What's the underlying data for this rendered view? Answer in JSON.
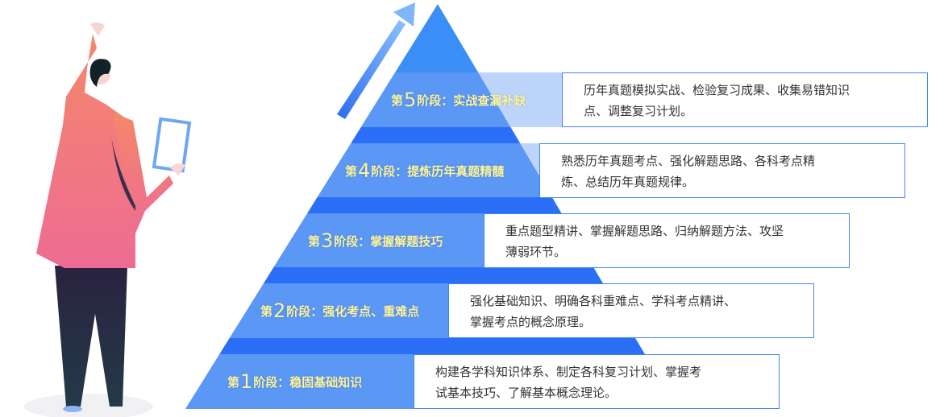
{
  "colors": {
    "apex": "#3b8ef6",
    "band": "#5b98f6",
    "strip": "#2a6ff5",
    "box_border": "#3d86f2",
    "label": "#fdf39a"
  },
  "stages": [
    {
      "prefix": "第",
      "num": "5",
      "suffix": "阶段：实战查漏补缺",
      "line1": "历年真题模拟实战、检验复习成果、收集易错知识",
      "line2": "点、调整复习计划。"
    },
    {
      "prefix": "第",
      "num": "4",
      "suffix": "阶段：提炼历年真题精髓",
      "line1": "熟悉历年真题考点、强化解题思路、各科考点精",
      "line2": "炼、总结历年真题规律。"
    },
    {
      "prefix": "第",
      "num": "3",
      "suffix": "阶段：掌握解题技巧",
      "line1": "重点题型精讲、掌握解题思路、归纳解题方法、攻坚",
      "line2": "薄弱环节。"
    },
    {
      "prefix": "第",
      "num": "2",
      "suffix": "阶段：强化考点、重难点",
      "line1": "强化基础知识、明确各科重难点、学科考点精讲、",
      "line2": "掌握考点的概念原理。"
    },
    {
      "prefix": "第",
      "num": "1",
      "suffix": "阶段：稳固基础知识",
      "line1": "构建各学科知识体系、制定各科复习计划、掌握考",
      "line2": "试基本技巧、了解基本概念理论。"
    }
  ]
}
